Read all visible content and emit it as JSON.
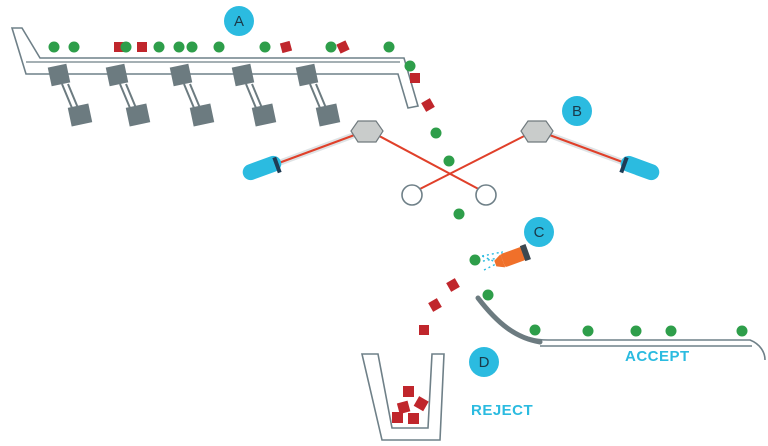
{
  "labels": {
    "station_a": "A",
    "station_b": "B",
    "station_c": "C",
    "station_d": "D",
    "accept": "ACCEPT",
    "reject": "REJECT"
  },
  "colors": {
    "good_item": "#2e9e4a",
    "bad_item": "#c0262c",
    "badge": "#2bbbe0",
    "label": "#2bbbe0",
    "track": "#7a8a90",
    "laser": "#e0402a",
    "ejector": "#f0702a"
  },
  "icons": {
    "sensor": "hexagon-sensor-icon",
    "emitter": "laser-emitter-icon",
    "receiver": "ring-receiver-icon",
    "ejector": "air-jet-nozzle-icon"
  }
}
